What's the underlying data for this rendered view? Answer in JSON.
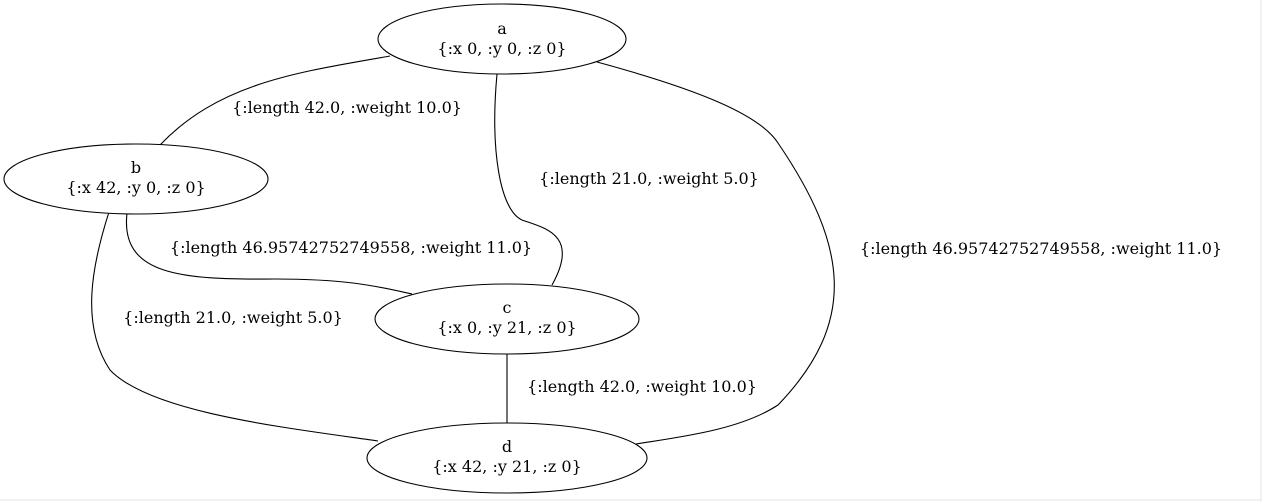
{
  "graph": {
    "nodes": [
      {
        "id": "a",
        "label": "a",
        "attrs": "{:x 0, :y 0, :z 0}"
      },
      {
        "id": "b",
        "label": "b",
        "attrs": "{:x 42, :y 0, :z 0}"
      },
      {
        "id": "c",
        "label": "c",
        "attrs": "{:x 0, :y 21, :z 0}"
      },
      {
        "id": "d",
        "label": "d",
        "attrs": "{:x 42, :y 21, :z 0}"
      }
    ],
    "edges": [
      {
        "id": "a-b",
        "from": "a",
        "to": "b",
        "label": "{:length 42.0, :weight 10.0}"
      },
      {
        "id": "a-c",
        "from": "a",
        "to": "c",
        "label": "{:length 21.0, :weight 5.0}"
      },
      {
        "id": "a-d",
        "from": "a",
        "to": "d",
        "label": "{:length 46.95742752749558, :weight 11.0}"
      },
      {
        "id": "b-c",
        "from": "b",
        "to": "c",
        "label": "{:length 46.95742752749558, :weight 11.0}"
      },
      {
        "id": "b-d",
        "from": "b",
        "to": "d",
        "label": "{:length 21.0, :weight 5.0}"
      },
      {
        "id": "c-d",
        "from": "c",
        "to": "d",
        "label": "{:length 42.0, :weight 10.0}"
      }
    ]
  },
  "colors": {
    "stroke": "#000000",
    "background": "#ffffff",
    "border": "#e6e6e6"
  }
}
